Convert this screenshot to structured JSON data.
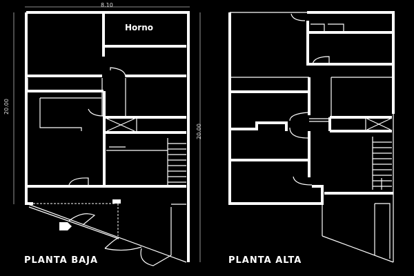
{
  "drawing": {
    "width_dimension": "8.10",
    "left_height_dimension": "20.00",
    "right_height_dimension": "20.00",
    "room_label": "Horno",
    "ground_floor_title": "PLANTA BAJA",
    "upper_floor_title": "PLANTA ALTA"
  },
  "colors": {
    "background": "#000000",
    "lines": "#ffffff"
  }
}
